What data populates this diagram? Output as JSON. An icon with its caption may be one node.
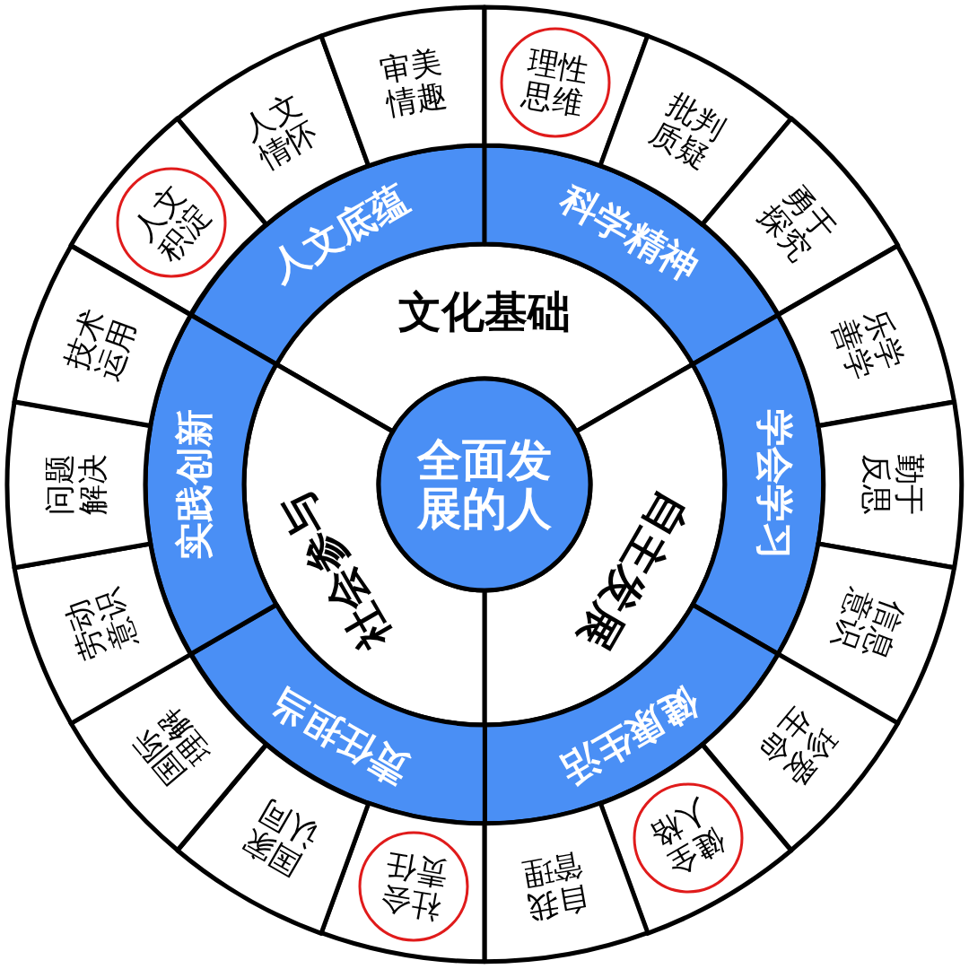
{
  "diagram": {
    "nodes": [
      {
        "text": [
          "全面发展的人"
        ]
      },
      {
        "text": [
          "文化基础"
        ]
      },
      {
        "text": [
          "自主发展"
        ]
      },
      {
        "text": [
          "社会参与"
        ]
      },
      {
        "text": [
          "人文底蕴"
        ]
      },
      {
        "text": [
          "科学精神"
        ]
      },
      {
        "text": [
          "学会学习"
        ]
      },
      {
        "text": [
          "健康生活"
        ]
      },
      {
        "text": [
          "责任担当"
        ]
      },
      {
        "text": [
          "实践创新"
        ]
      },
      {
        "text": [],
        "shape": "box"
      },
      {
        "text": [
          "人文积淀"
        ],
        "in": 10
      },
      {
        "text": [
          "人文情怀"
        ]
      },
      {
        "text": [
          "审美情趣"
        ]
      },
      {
        "text": [],
        "shape": "box"
      },
      {
        "text": [
          "理性思维"
        ],
        "in": 14
      },
      {
        "text": [
          "批判质疑"
        ]
      },
      {
        "text": [
          "勇于探究"
        ]
      },
      {
        "text": [
          "乐学善学"
        ]
      },
      {
        "text": [
          "勤于反思"
        ]
      },
      {
        "text": [
          "信息意识"
        ]
      },
      {
        "text": [
          "珍爱生命"
        ]
      },
      {
        "text": [],
        "shape": "box"
      },
      {
        "text": [
          "健全人格"
        ],
        "in": 22
      },
      {
        "text": [
          "自我管理"
        ]
      },
      {
        "text": [],
        "shape": "box"
      },
      {
        "text": [
          "社会责任"
        ],
        "in": 25
      },
      {
        "text": [
          "国家认同"
        ]
      },
      {
        "text": [
          "国际理解"
        ]
      },
      {
        "text": [
          "劳动意识"
        ]
      },
      {
        "text": [
          "问题解决"
        ]
      },
      {
        "text": [
          "技术运用"
        ]
      }
    ],
    "edges": []
  }
}
